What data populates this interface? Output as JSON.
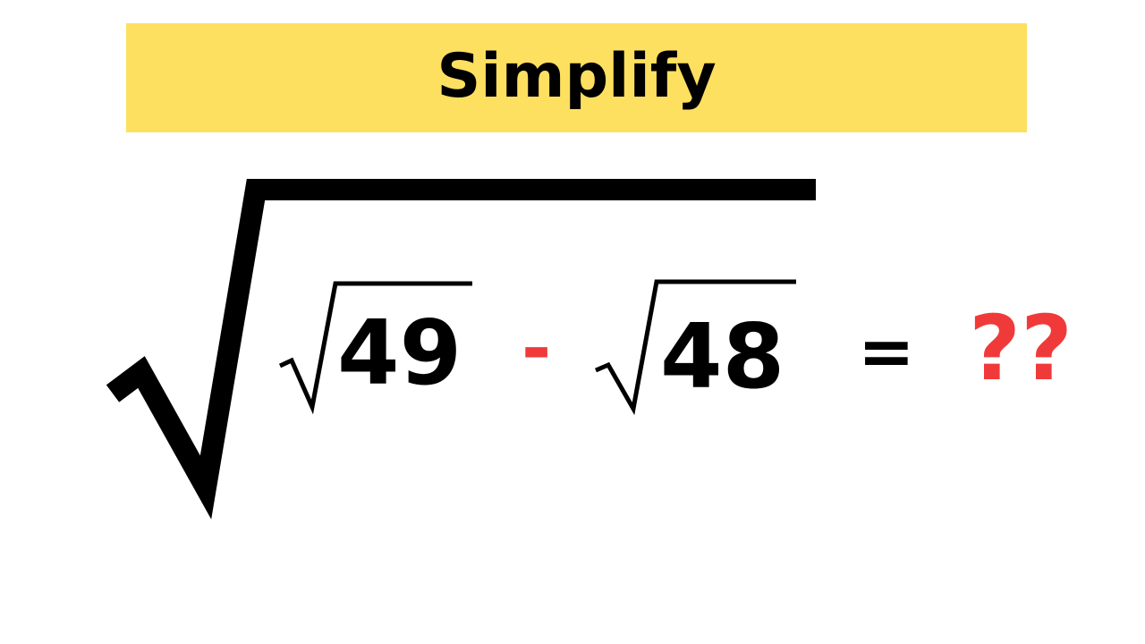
{
  "banner": {
    "title": "Simplify",
    "background_color": "#fde060"
  },
  "expression": {
    "first_radicand": "49",
    "operator": "-",
    "second_radicand": "48",
    "equals": "=",
    "unknown": "??"
  },
  "colors": {
    "text": "#000000",
    "accent": "#f03a3a"
  }
}
